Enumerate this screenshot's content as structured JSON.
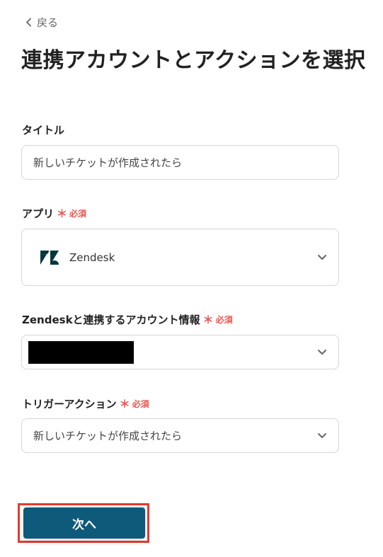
{
  "header": {
    "back_label": "戻る",
    "title": "連携アカウントとアクションを選択"
  },
  "form": {
    "title_field": {
      "label": "タイトル",
      "value": "新しいチケットが作成されたら"
    },
    "app_field": {
      "label": "アプリ",
      "required_mark": "＊",
      "required_text": "必須",
      "selected_app": "Zendesk",
      "app_icon": "zendesk-logo"
    },
    "account_field": {
      "label": "Zendeskと連携するアカウント情報",
      "required_mark": "＊",
      "required_text": "必須"
    },
    "trigger_field": {
      "label": "トリガーアクション",
      "required_mark": "＊",
      "required_text": "必須",
      "selected_value": "新しいチケットが作成されたら"
    }
  },
  "footer": {
    "next_label": "次へ"
  },
  "colors": {
    "primary_button": "#0e5a7a",
    "required": "#e8564f",
    "highlight": "#e83a2f",
    "brand_logo": "#03363d"
  }
}
